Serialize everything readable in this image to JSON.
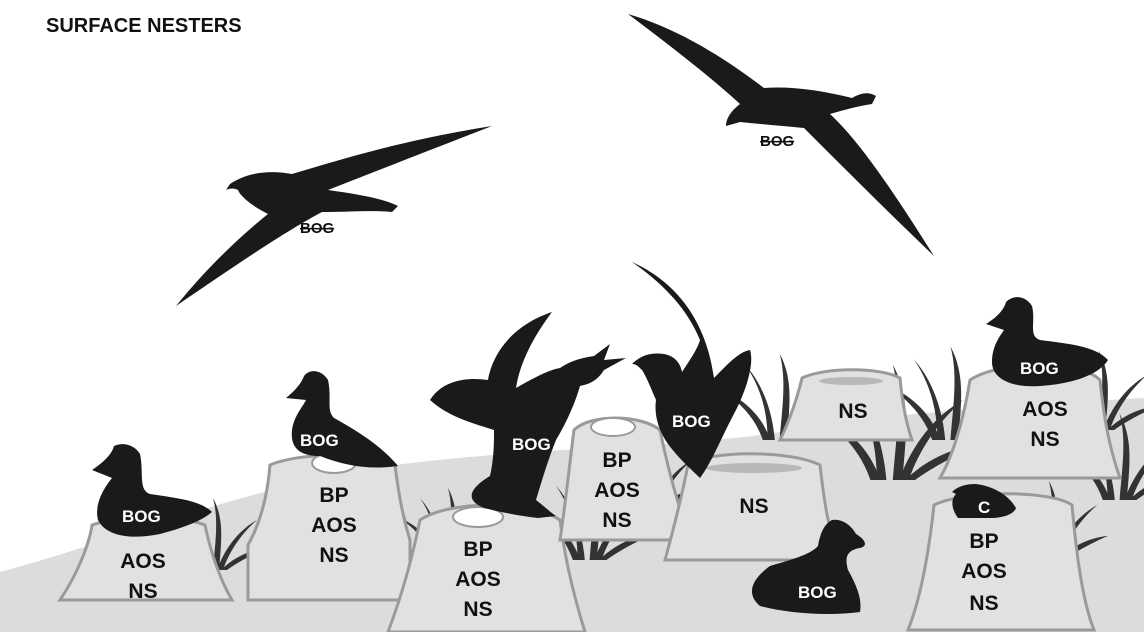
{
  "title": "SURFACE NESTERS",
  "colors": {
    "bird": "#1a1a1a",
    "ground": "#dcdcdc",
    "mound": "#e1e1e1",
    "mound_outline": "#9a9a9a",
    "egg": "#ffffff"
  },
  "icons": [
    "flying-albatross-icon",
    "sitting-albatross-icon",
    "displaying-albatross-icon",
    "chick-icon",
    "egg-icon",
    "tussock-grass-icon"
  ],
  "labels": {
    "fly_left": "BOG",
    "fly_right": "BOG",
    "sit_far_left": "BOG",
    "sit_left": "BOG",
    "dance_left": "BOG",
    "dance_right": "BOG",
    "sit_right": "BOG",
    "sit_front": "BOG",
    "chick": "C",
    "mound1_a": "AOS",
    "mound1_b": "NS",
    "mound2_a": "BP",
    "mound2_b": "AOS",
    "mound2_c": "NS",
    "mound3_a": "BP",
    "mound3_b": "AOS",
    "mound3_c": "NS",
    "mound4_a": "BP",
    "mound4_b": "AOS",
    "mound4_c": "NS",
    "mound5_a": "NS",
    "mound6_a": "NS",
    "mound7_a": "AOS",
    "mound7_b": "NS",
    "mound8_a": "BP",
    "mound8_b": "AOS",
    "mound8_c": "NS"
  }
}
